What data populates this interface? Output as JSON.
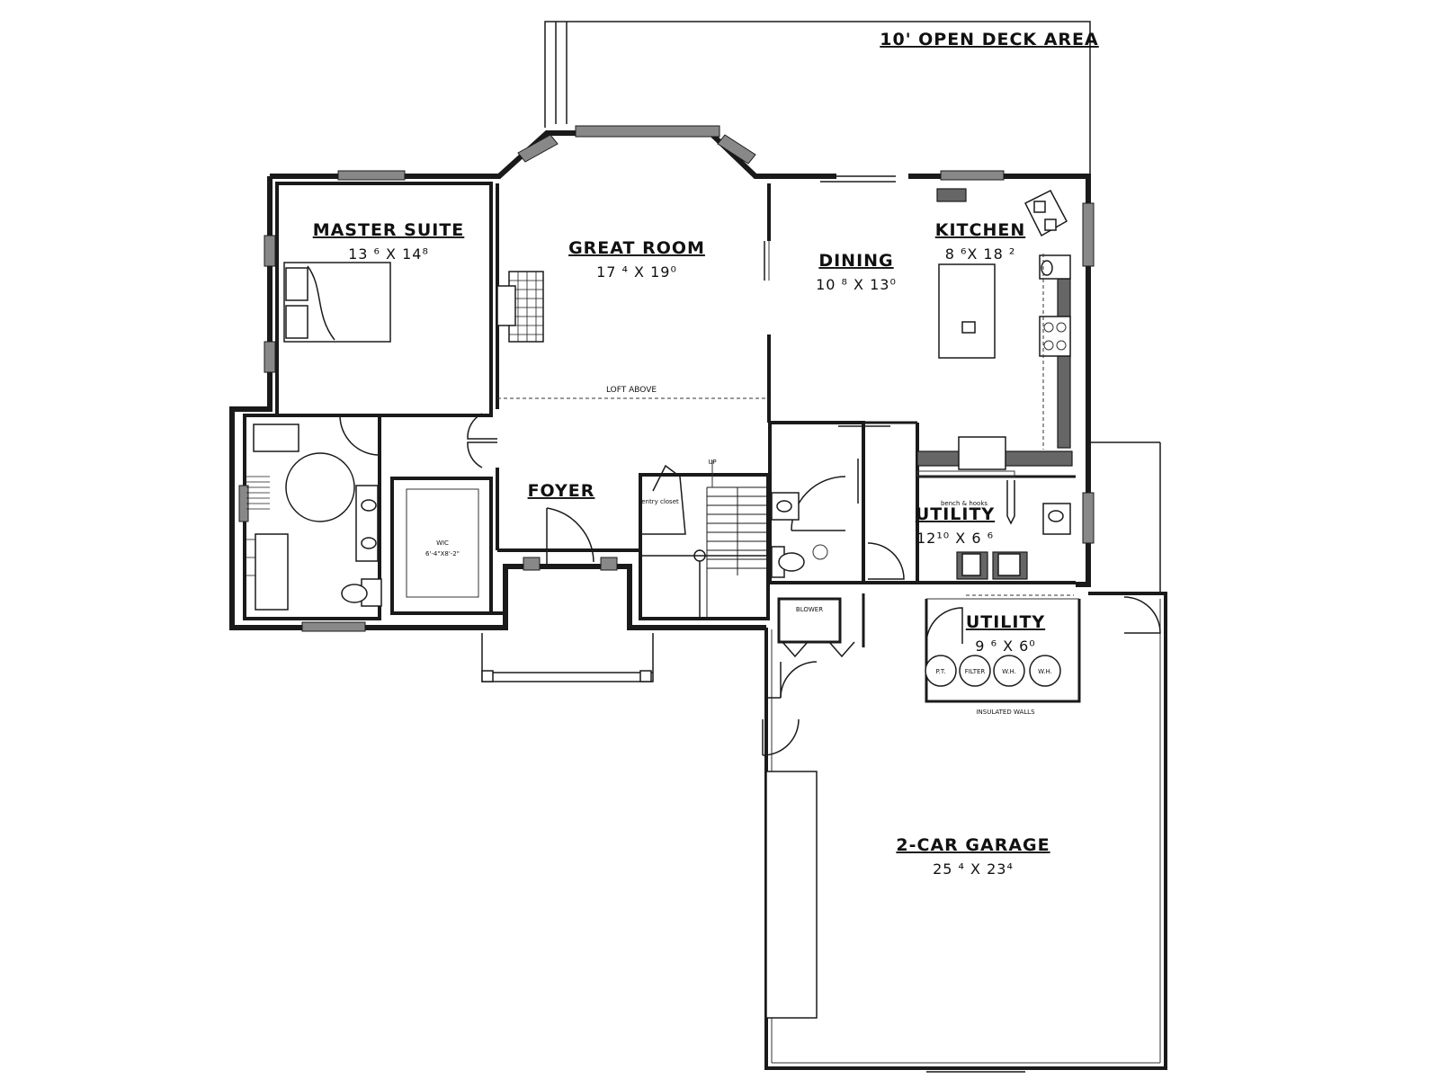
{
  "rooms": {
    "deck": "10' OPEN DECK AREA",
    "master": {
      "name": "MASTER SUITE",
      "dims": "13 ⁶ X 14⁸"
    },
    "great": {
      "name": "GREAT ROOM",
      "dims": "17 ⁴ X 19⁰"
    },
    "dining": {
      "name": "DINING",
      "dims": "10 ⁸ X 13⁰"
    },
    "kitchen": {
      "name": "KITCHEN",
      "dims": "8 ⁶X 18 ²"
    },
    "foyer": {
      "name": "FOYER"
    },
    "utility1": {
      "name": "UTILITY",
      "dims": "12¹⁰ X 6 ⁶"
    },
    "utility2": {
      "name": "UTILITY",
      "dims": "9 ⁶ X 6⁰"
    },
    "garage": {
      "name": "2-CAR GARAGE",
      "dims": "25 ⁴ X 23⁴"
    }
  },
  "notes": {
    "loft": "LOFT ABOVE",
    "closet": "entry closet",
    "up": "UP",
    "wic": "WIC",
    "wic_dims": "6'-4\"X8'-2\"",
    "bench": "bench & hooks",
    "blower": "BLOWER",
    "insulated": "INSULATED WALLS"
  },
  "tanks": [
    "P.T.",
    "FILTER",
    "W.H.",
    "W.H."
  ]
}
